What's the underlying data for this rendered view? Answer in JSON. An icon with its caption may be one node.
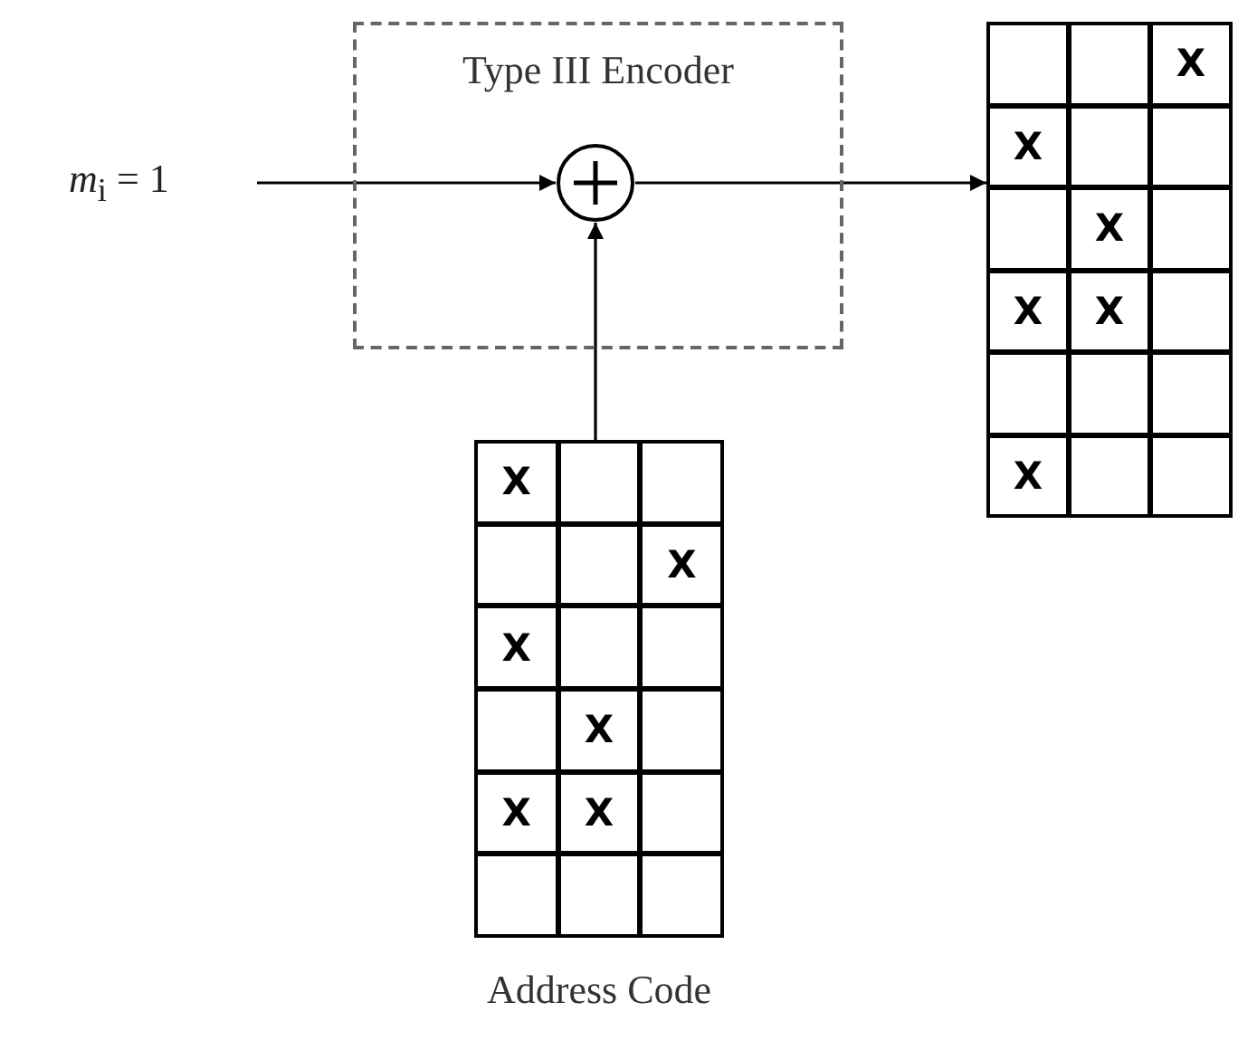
{
  "diagram": {
    "nodes": [
      {
        "text": [
          "Type III Encoder"
        ]
      },
      {
        "text": [
          "*m*$_{i}$ = 1"
        ]
      },
      {
        "text": [],
        "shape": "circle",
        "in": 0
      },
      {
        "text": [],
        "shape": "grid"
      },
      {
        "text": [],
        "shape": "grid",
        "beside": [
          "Address Code"
        ]
      }
    ],
    "edges": [
      {
        "from": 1,
        "to": 2,
        "arrow": "to"
      },
      {
        "from": 2,
        "to": 3,
        "arrow": "to"
      },
      {
        "from": 4,
        "to": 2,
        "arrow": "to"
      }
    ],
    "labels": [
      "X",
      "X",
      "X",
      "X",
      "X",
      "X",
      "X",
      "X",
      "X",
      "X",
      "X",
      "X"
    ]
  }
}
